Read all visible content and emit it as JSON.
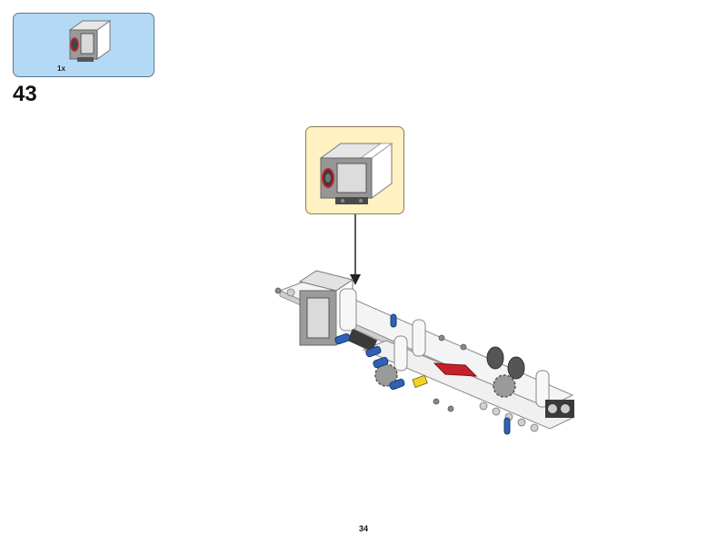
{
  "parts_list": {
    "items": [
      {
        "part": "color-sensor",
        "quantity": "1x"
      }
    ]
  },
  "step": {
    "number": "43"
  },
  "page": {
    "number": "34"
  },
  "colors": {
    "parts_box_bg": "#b3d9f5",
    "callout_bg": "#fff1c2",
    "beam_white": "#f4f4f4",
    "sensor_gray": "#8c8c8c",
    "pin_blue": "#2f62b5",
    "axle_red": "#c8202a",
    "connector_yellow": "#f2d22a",
    "dark_gray": "#3a3a3a"
  }
}
